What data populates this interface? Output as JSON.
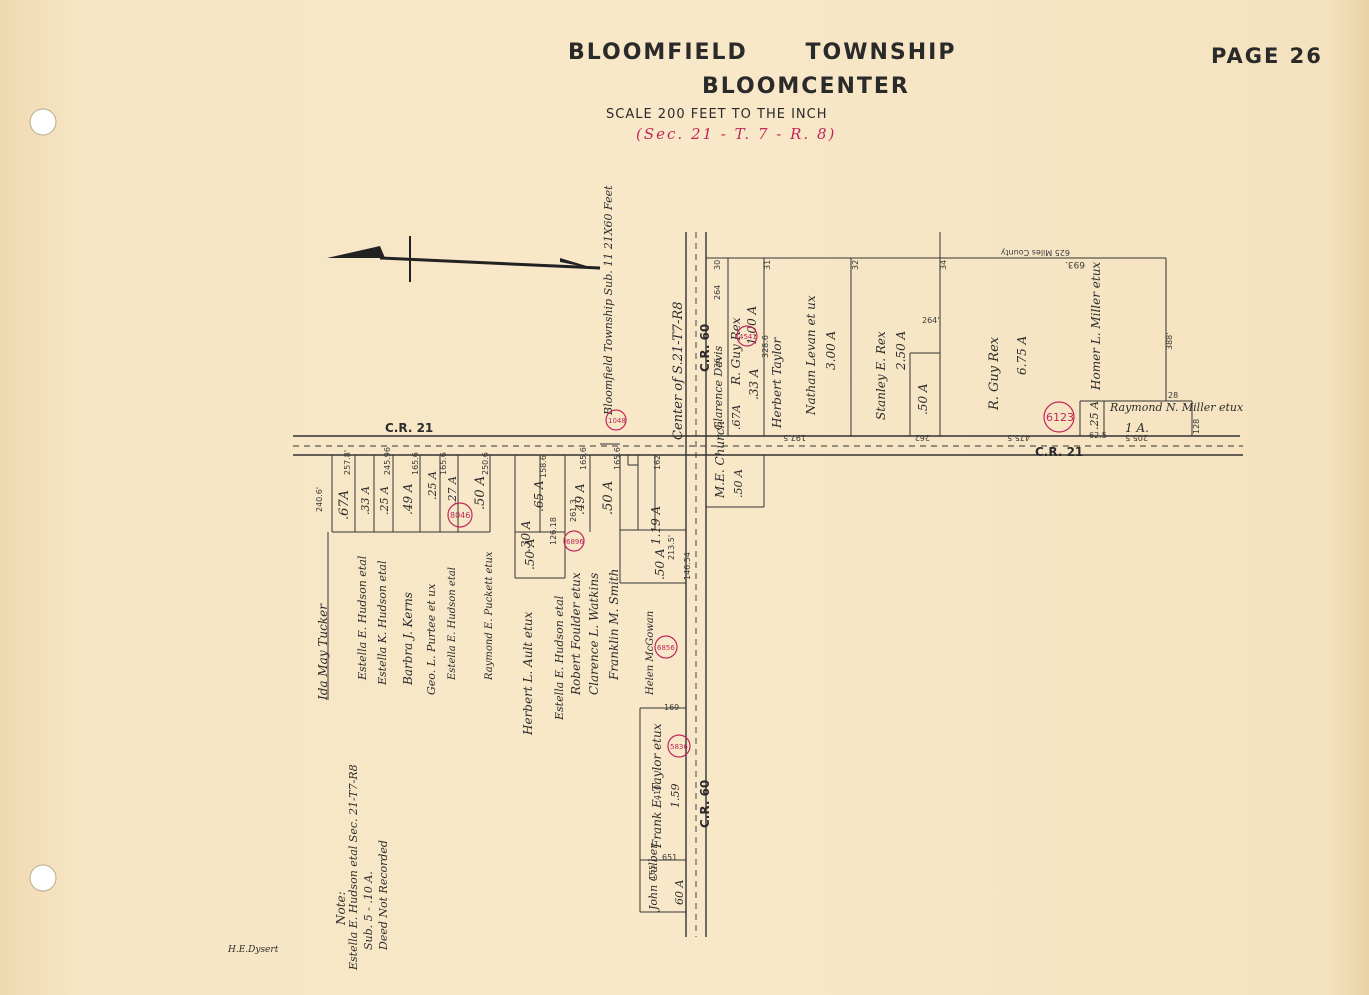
{
  "header": {
    "township": "BLOOMFIELD",
    "township_word": "TOWNSHIP",
    "subtitle": "BLOOMCENTER",
    "page": "PAGE 26",
    "scale": "SCALE 200 FEET TO THE INCH",
    "section_ref": "(Sec. 21 - T. 7 - R. 8)"
  },
  "roads": {
    "cr21_west": "C.R. 21",
    "cr21_east": "C.R. 21",
    "cr60_north": "C.R. 60",
    "cr60_south": "C.R. 60"
  },
  "center_label": "Center of S.21-T7-R8",
  "bloomfield_sub": "Bloomfield Township Sub. 11 21X60 Feet",
  "west_parcels": [
    {
      "owner": "Ida May Tucker",
      "acres": ".67A"
    },
    {
      "owner": "Estella E. Hudson etal",
      "acres": ".33 A"
    },
    {
      "owner": "Estella K. Hudson etal",
      "acres": ".25 A"
    },
    {
      "owner": "Barbra J. Kerns",
      "acres": ".49 A"
    },
    {
      "owner": "Geo. L. Purtee et ux",
      "acres": ".25 A"
    },
    {
      "owner": "Estella E. Hudson etal",
      "acres": ".27 A"
    },
    {
      "owner": "Raymond E. Puckett etux",
      "acres": ".50 A"
    },
    {
      "owner": "Herbert L. Ault etux",
      "acres": ".50 A"
    },
    {
      "owner": "Estella E. Hudson etal",
      "acres": ".65 A"
    },
    {
      "owner": "Robert Foulder etux",
      "acres": ".49 A"
    },
    {
      "owner": "Clarence L. Watkins",
      "acres": ".50 A"
    },
    {
      "owner": "Franklin M. Smith",
      "acres": "1.19 A"
    },
    {
      "owner": "Helen McGowan",
      "acres": ".50 A"
    },
    {
      "owner": "Frank E. Taylor etux",
      "acres": "1.59"
    },
    {
      "owner": "John Culber",
      "acres": "60 A"
    }
  ],
  "west_extra_acres": ".30 A",
  "east_parcels": [
    {
      "owner": "Clarence Davis",
      "acres": ".67A"
    },
    {
      "owner": "R. Guy Rex",
      "acres": "1.00 A"
    },
    {
      "owner": "Herbert Taylor",
      "acres": ".33 A"
    },
    {
      "owner": "Nathan Levan et ux",
      "acres": "3.00 A"
    },
    {
      "owner": "Stanley E. Rex",
      "acres": "2.50 A"
    },
    {
      "owner": "",
      "acres": ".50 A"
    },
    {
      "owner": "R. Guy Rex",
      "acres": "6.75 A"
    },
    {
      "owner": "Homer L. Miller etux",
      "acres": ""
    },
    {
      "owner": "Raymond N. Miller etux",
      "acres": "1 A."
    },
    {
      "owner": "",
      "acres": ".25 A"
    }
  ],
  "church": {
    "name": "M.E. Church",
    "acres": ".50 A"
  },
  "red_circles": [
    "8046",
    "6896",
    "6856",
    "5836",
    "4541",
    "6123",
    "1048"
  ],
  "note": {
    "label": "Note:",
    "line1": "Estella E. Hudson etal Sec. 21-T7-R8",
    "line2": "Sub. 5 - .10 A.",
    "line3": "Deed Not Recorded"
  },
  "signature": "H.E.Dysert",
  "dimensions": {
    "west_top": [
      "240.6'",
      "257.8'",
      "245.96",
      "165.6",
      "165.6",
      "250.6",
      "158.6",
      "261.3",
      "165.6"
    ],
    "misc": [
      "213.5'",
      "146.54",
      "126.18",
      "165.6",
      "162",
      "410'",
      "165'",
      "651",
      "169",
      "693.",
      "625 Miles County",
      "388'",
      "128",
      "205.5",
      "475.5",
      "262",
      "197.5",
      "264",
      "36",
      "31",
      "32",
      "34",
      "30",
      "328.6",
      "264'",
      "62.5",
      "28"
    ]
  }
}
